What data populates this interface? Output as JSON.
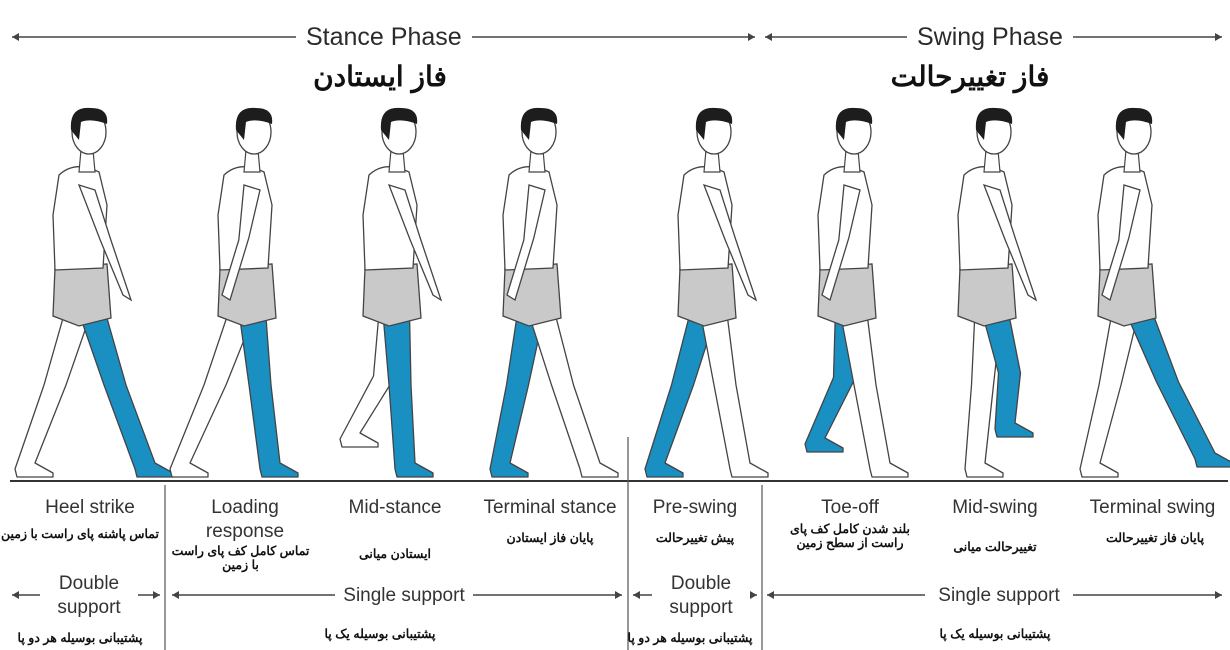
{
  "phases": {
    "stance": {
      "title": "Stance Phase",
      "fa_title": "فاز ایستادن"
    },
    "swing": {
      "title": "Swing Phase",
      "fa_title": "فاز تغییرحالت"
    }
  },
  "stages": [
    {
      "en": "Heel strike",
      "fa": "تماس پاشنه پای راست با زمین"
    },
    {
      "en": "Loading response",
      "fa": "تماس کامل کف پای راست با زمین"
    },
    {
      "en": "Mid-stance",
      "fa": "ایستادن میانی"
    },
    {
      "en": "Terminal stance",
      "fa": "پایان فاز ایستادن"
    },
    {
      "en": "Pre-swing",
      "fa": "پیش تغییرحالت"
    },
    {
      "en": "Toe-off",
      "fa": "بلند شدن کامل کف پای راست از سطح زمین"
    },
    {
      "en": "Mid-swing",
      "fa": "تغییرحالت میانی"
    },
    {
      "en": "Terminal swing",
      "fa": "پایان فاز تغییرحالت"
    }
  ],
  "supports": [
    {
      "en": "Double support",
      "fa": "پشتیبانی بوسیله هر دو پا"
    },
    {
      "en": "Single support",
      "fa": "پشتیبانی بوسیله یک پا"
    },
    {
      "en": "Double support",
      "fa": "پشتیبانی بوسیله هر دو پا"
    },
    {
      "en": "Single support",
      "fa": "پشتیبانی بوسیله یک پا"
    }
  ],
  "colors": {
    "leg": "#1a8fc2",
    "shorts": "#c9c9c9",
    "line": "#444444",
    "skin": "#ffffff"
  }
}
